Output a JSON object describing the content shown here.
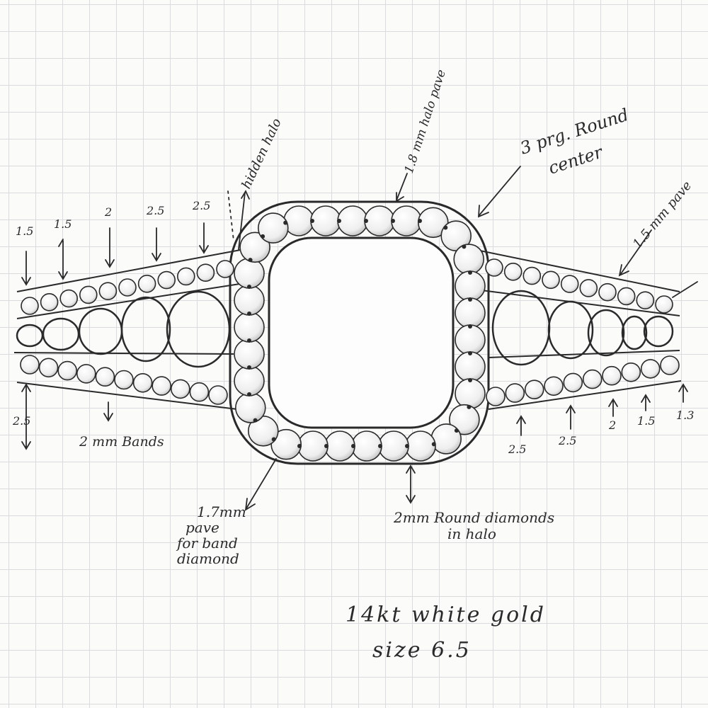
{
  "annotations": {
    "hidden_halo": "hidden halo",
    "halo_pave": "1.8 mm halo pave",
    "center": [
      "3 prg. Round",
      "center"
    ],
    "pave_15": "1.5 mm pave",
    "bands": "2 mm Bands",
    "band_pave": [
      "1.7mm",
      "pave",
      "for band",
      "diamond"
    ],
    "round_diamonds": [
      "2mm Round diamonds",
      "in halo"
    ],
    "metal": "14kt white gold",
    "size": "size 6.5"
  },
  "measurements_left_top": [
    "1.5",
    "1.5",
    "2",
    "2.5",
    "2.5"
  ],
  "measurement_left_bottom": "2.5",
  "measurements_right_bottom": [
    "2.5",
    "2.5",
    "2",
    "1.5",
    "1.3"
  ],
  "colors": {
    "ink": "#2a2a2a",
    "grid": "#d9dbdd",
    "paper": "#fbfbfa"
  }
}
